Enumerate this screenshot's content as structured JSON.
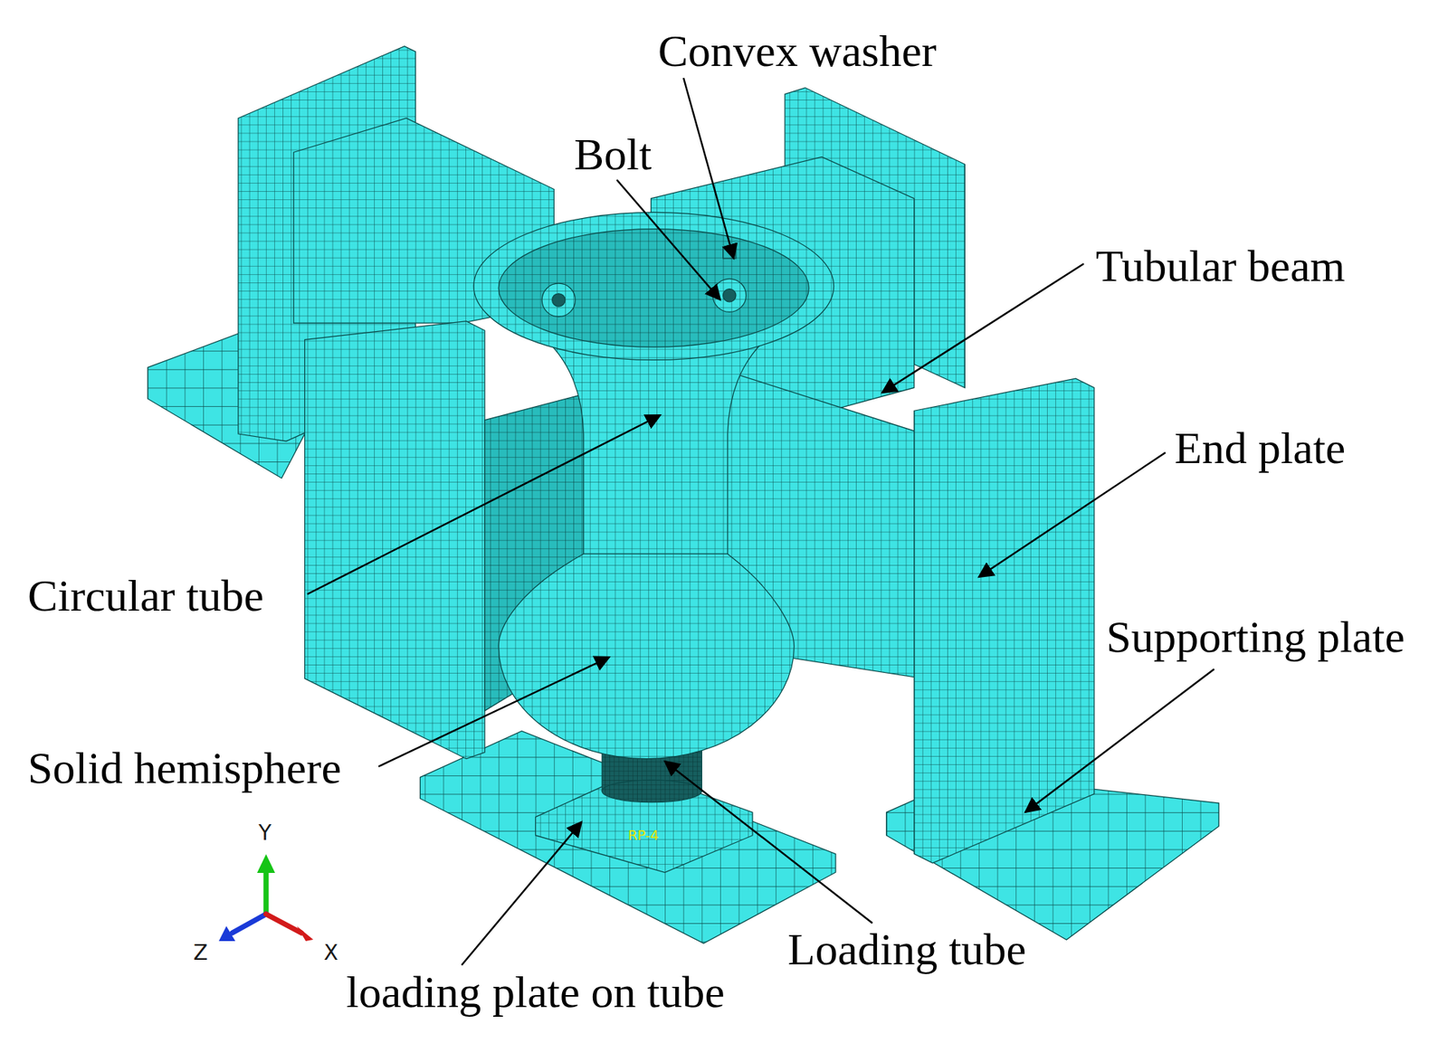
{
  "diagram": {
    "labels": [
      "Convex washer",
      "Bolt",
      "Tubular beam",
      "End plate",
      "Circular tube",
      "Supporting plate",
      "Solid hemisphere",
      "RP-4",
      "Loading tube",
      "loading plate on tube",
      "Y",
      "Z",
      "X"
    ]
  }
}
